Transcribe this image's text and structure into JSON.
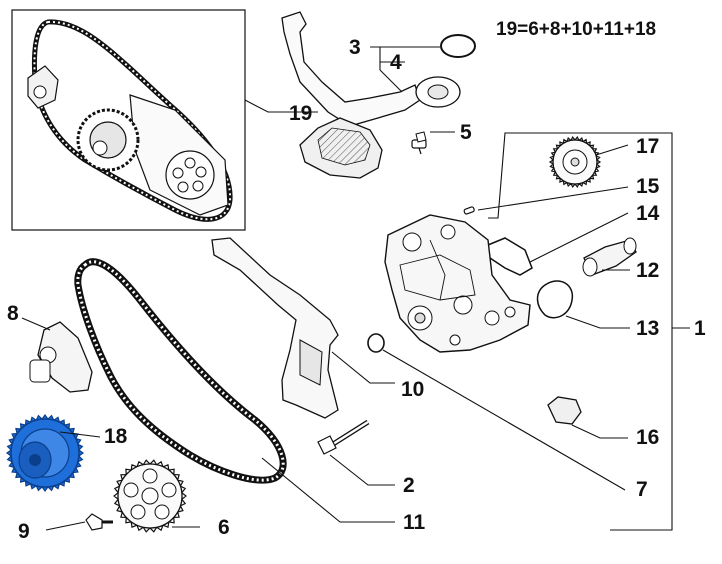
{
  "formula": "19=6+8+10+11+18",
  "callouts": {
    "c1": "1",
    "c2": "2",
    "c3": "3",
    "c4": "4",
    "c5": "5",
    "c6": "6",
    "c7": "7",
    "c8": "8",
    "c9": "9",
    "c10": "10",
    "c11": "11",
    "c12": "12",
    "c13": "13",
    "c14": "14",
    "c15": "15",
    "c16": "16",
    "c17": "17",
    "c18": "18",
    "c19": "19"
  },
  "colors": {
    "ink": "#111111",
    "highlight": "#1e6fd9",
    "highlight_dark": "#0b3f8c",
    "part_fill": "#f2f2f2"
  }
}
